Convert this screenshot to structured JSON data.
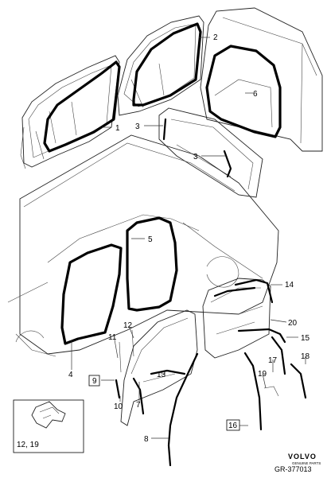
{
  "callouts": {
    "c1": "1",
    "c2": "2",
    "c3a": "3",
    "c3b": "3",
    "c4": "4",
    "c5": "5",
    "c6": "6",
    "c7": "7",
    "c8": "8",
    "c9": "9",
    "c10": "10",
    "c11": "11",
    "c12": "12",
    "c13": "13",
    "c14": "14",
    "c15": "15",
    "c16": "16",
    "c17": "17",
    "c18": "18",
    "c19": "19",
    "c20": "20",
    "inset": "12, 19"
  },
  "footer": {
    "brand": "VOLVO",
    "brand_sub": "GENUINE PARTS",
    "code": "GR-377013"
  }
}
